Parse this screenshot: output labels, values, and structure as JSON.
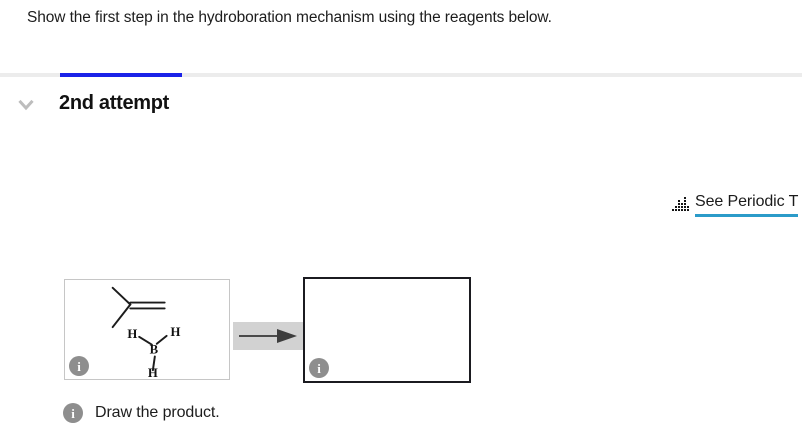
{
  "question": {
    "prompt": "Show the first step in the hydroboration mechanism using the reagents below."
  },
  "tabs": {
    "active_indicator_color": "#1a22e8",
    "track_color": "#ececec"
  },
  "attempt": {
    "title": "2nd attempt",
    "chevron_icon": "chevron-down-icon",
    "expanded": true
  },
  "periodic_table_link": {
    "label": "See Periodic T",
    "full_label": "See Periodic T",
    "icon": "periodic-table-grid-icon",
    "underline_color": "#2b9bc9",
    "clipped": true
  },
  "scheme": {
    "reagent_box": {
      "name": "reagent-structure-box",
      "border_color": "#c6c6c6",
      "info_badge": "i",
      "molecules": [
        {
          "name": "2-methylpropene",
          "type": "skeletal-alkene",
          "labels": []
        },
        {
          "name": "borane",
          "formula": "BH3",
          "labels": [
            "H",
            "B",
            "H",
            "H"
          ]
        }
      ]
    },
    "arrow": {
      "direction": "right",
      "band_color": "#d2d2d2",
      "icon": "reaction-arrow-icon"
    },
    "product_box": {
      "name": "product-drawing-box",
      "border_color": "#1b1b20",
      "info_badge": "i",
      "content": ""
    }
  },
  "hint": {
    "badge": "i",
    "text": "Draw the product."
  },
  "colors": {
    "accent_blue": "#1a22e8",
    "link_teal": "#2b9bc9",
    "info_gray": "#8e8e8e",
    "text": "#1d1d1d"
  }
}
